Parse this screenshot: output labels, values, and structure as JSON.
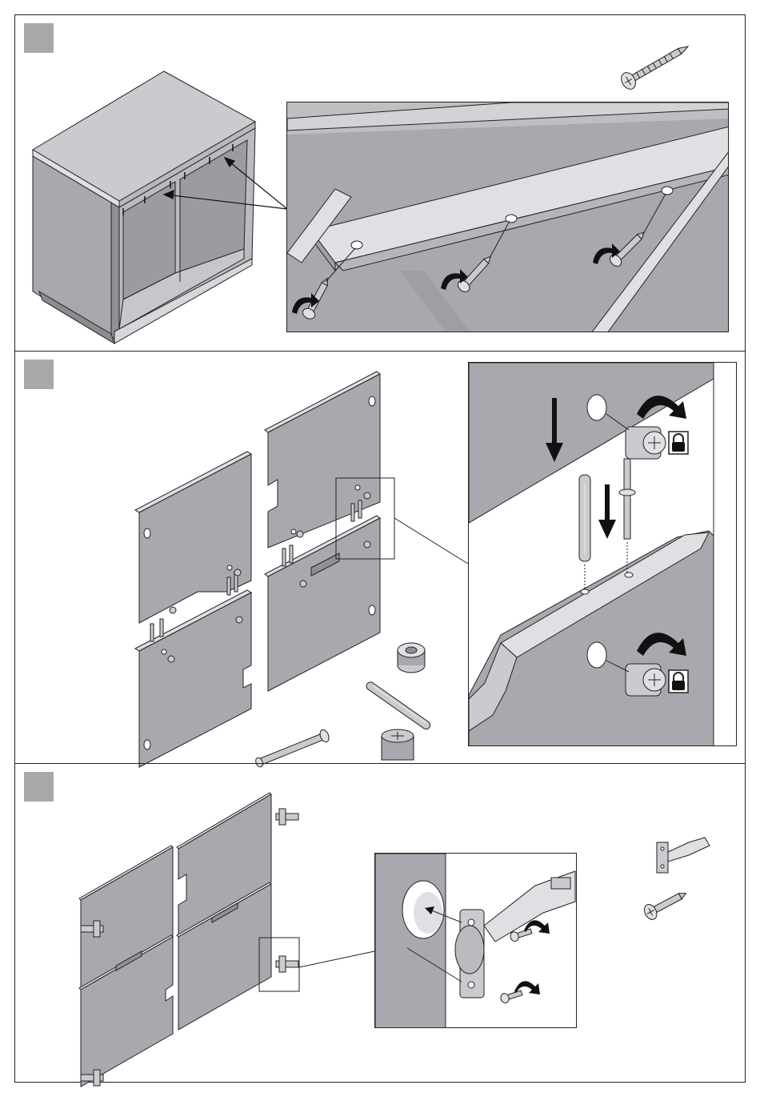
{
  "document": {
    "type": "assembly-instructions",
    "steps": [
      {
        "id": 1,
        "badge_color": "#a8a8a8",
        "parts": [
          "screw"
        ],
        "action": "screw-in"
      },
      {
        "id": 2,
        "badge_color": "#a8a8a8",
        "parts": [
          "spacer-ring",
          "dowel",
          "connector-bolt",
          "cam-lock"
        ],
        "action": "insert-and-lock"
      },
      {
        "id": 3,
        "badge_color": "#a8a8a8",
        "parts": [
          "hinge",
          "screw"
        ],
        "action": "attach-hinges"
      }
    ]
  },
  "colors": {
    "panel_fill": "#a7a9ae",
    "panel_light": "#c9cbcf",
    "panel_edge": "#dfe0e3",
    "outline": "#222222",
    "arrow": "#111111",
    "lock_badge_bg": "#ffffff"
  },
  "icons": [
    "screw-icon",
    "rotate-arrow-icon",
    "down-arrow-icon",
    "lock-icon",
    "cam-lock-icon",
    "dowel-icon",
    "spacer-ring-icon",
    "hinge-icon",
    "connector-bolt-icon"
  ]
}
